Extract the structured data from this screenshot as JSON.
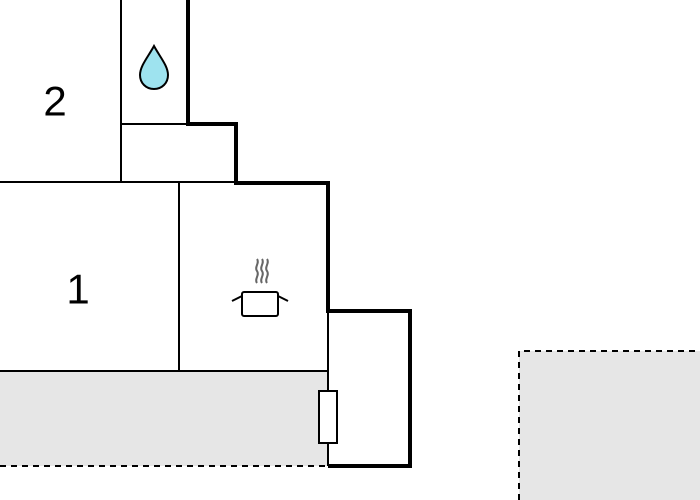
{
  "rooms": [
    {
      "id": "bedroom-1",
      "label": "1"
    },
    {
      "id": "bedroom-2",
      "label": "2"
    }
  ],
  "icons": {
    "bathroom": "water-drop-icon",
    "kitchen": "cooking-pot-icon",
    "entrance": "door-icon"
  },
  "colors": {
    "wall": "#000000",
    "outdoor_fill": "#e6e6e6",
    "water_drop": "#9ee3ef",
    "background": "#ffffff"
  }
}
